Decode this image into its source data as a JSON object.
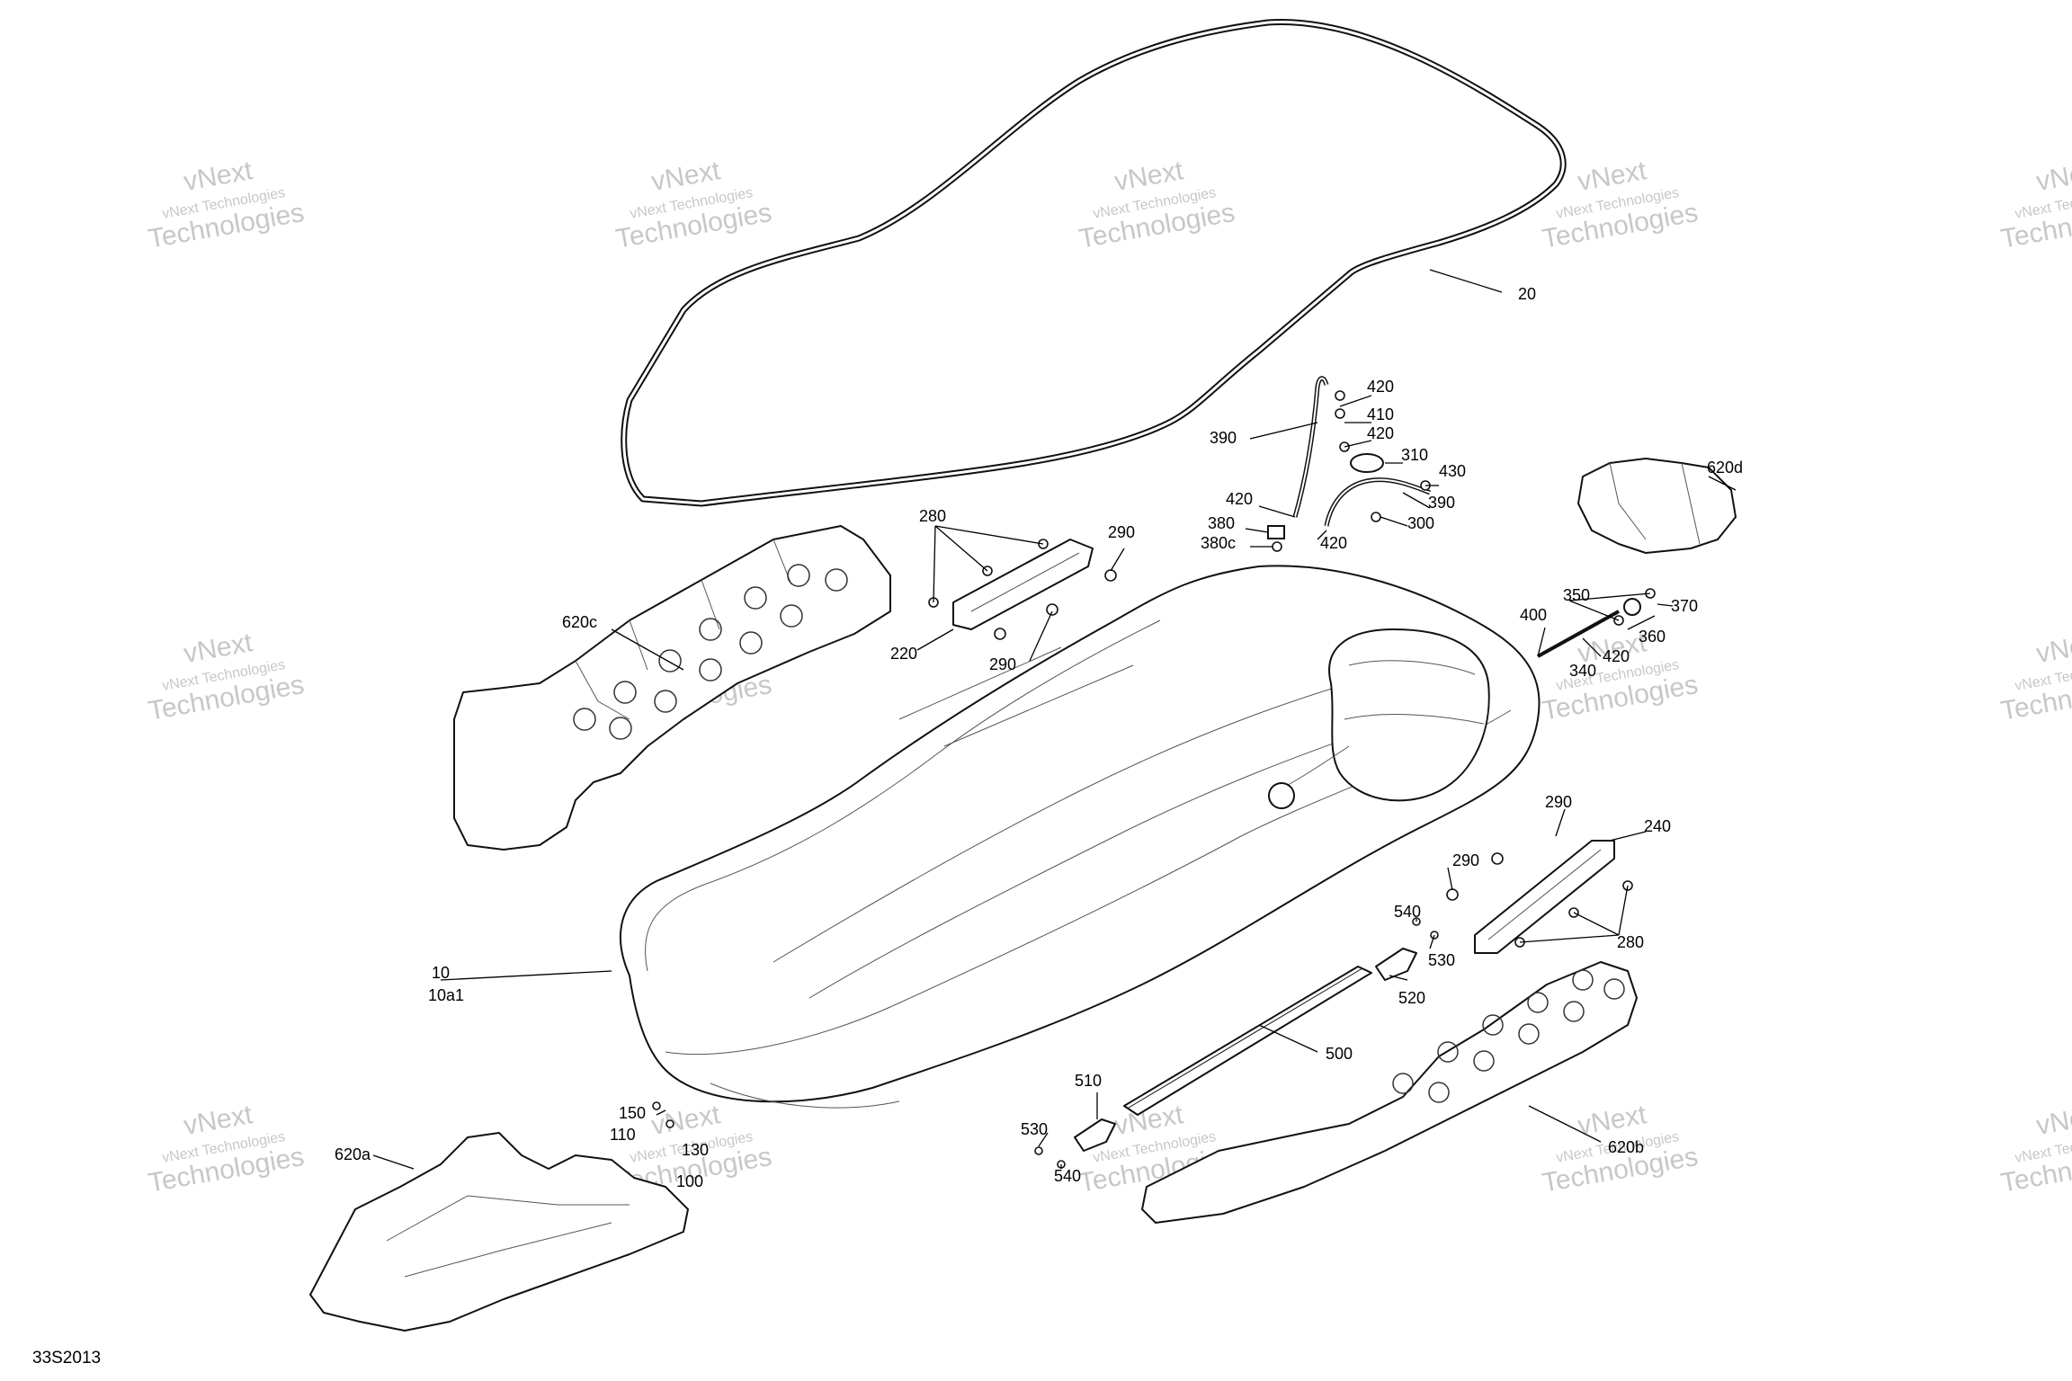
{
  "diagram_code": "33S2013",
  "watermark": {
    "line1": "vNext Technologies",
    "line2": "Technologies",
    "overlay": "vNext"
  },
  "callouts": {
    "c10": "10",
    "c10a1": "10a1",
    "c20": "20",
    "c100": "100",
    "c110": "110",
    "c130": "130",
    "c150": "150",
    "c220": "220",
    "c240": "240",
    "c280a": "280",
    "c280b": "280",
    "c290a": "290",
    "c290b": "290",
    "c290c": "290",
    "c290d": "290",
    "c300": "300",
    "c310": "310",
    "c340": "340",
    "c350": "350",
    "c360": "360",
    "c370": "370",
    "c380": "380",
    "c380c": "380c",
    "c390a": "390",
    "c390b": "390",
    "c400": "400",
    "c410": "410",
    "c420a": "420",
    "c420b": "420",
    "c420c": "420",
    "c420d": "420",
    "c420e": "420",
    "c430": "430",
    "c500": "500",
    "c510": "510",
    "c520": "520",
    "c530a": "530",
    "c530b": "530",
    "c540a": "540",
    "c540b": "540",
    "c620a": "620a",
    "c620b": "620b",
    "c620c": "620c",
    "c620d": "620d"
  }
}
